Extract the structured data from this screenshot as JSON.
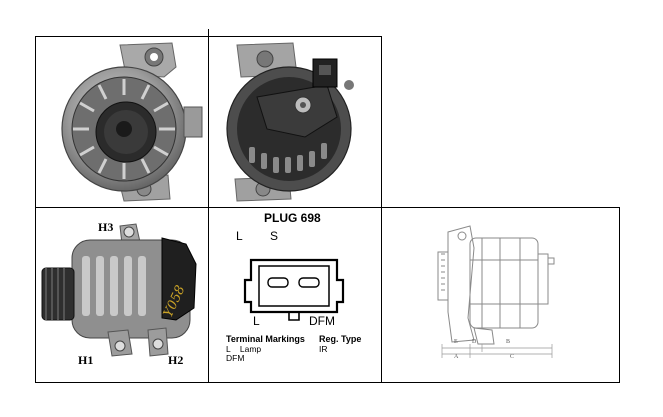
{
  "h_labels": {
    "h3": "H3",
    "h1": "H1",
    "h2": "H2"
  },
  "stamp_text": "Y058",
  "plug": {
    "title": "PLUG 698",
    "pin_l_top": "L",
    "pin_s": "S",
    "pin_l_bottom": "L",
    "pin_dfm": "DFM",
    "terminal_header": "Terminal Markings",
    "reg_header": "Reg. Type",
    "terminal_line1": "L    Lamp",
    "terminal_line2": "DFM",
    "reg_value": "IR"
  },
  "dims": {
    "e": "E",
    "d": "D",
    "b": "B",
    "a": "A",
    "c": "C"
  }
}
